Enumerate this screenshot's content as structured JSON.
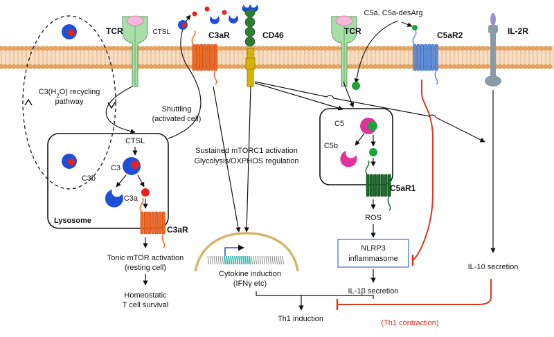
{
  "colors": {
    "membrane": "#e8a45e",
    "membrane_dark": "#c8803c",
    "c3": "#1f4fd6",
    "c3_red": "#e3241b",
    "c3ar": "#f26722",
    "cd46": "#2e7d32",
    "cd46_stalk": "#d8b400",
    "tcr": "#a8dfa8",
    "tcr_top": "#f5b8d8",
    "c5ar2": "#5b8fe0",
    "c5ar1": "#1b6b2a",
    "il2r": "#8a9aa6",
    "il2r_tip": "#9b8fd0",
    "c5_magenta": "#e0329a",
    "c5_green": "#1aa33a",
    "inhibit": "#e0351e",
    "nucleus": "#d4b66a",
    "dna": "#3fb8b0",
    "promoter_arrow": "#1f4fd6"
  },
  "receptors": {
    "tcr_left": "TCR",
    "c3ar_top": "C3aR",
    "cd46": "CD46",
    "tcr_right": "TCR",
    "c5ar2": "C5aR2",
    "il2r": "IL-2R",
    "c3ar_lysosome": "C3aR",
    "c5ar1": "C5aR1"
  },
  "labels": {
    "recycling_line1": "C3(H",
    "recycling_sub": "2",
    "recycling_line1b": "O) recycling",
    "recycling_line2": "pathway",
    "ctsl_small": "CTSL",
    "shuttling_line1": "Shuttling",
    "shuttling_line2": "(activated cell)",
    "ctsl_lysosome": "CTSL",
    "c3": "C3",
    "c3b": "C3b",
    "c3a": "C3a",
    "lysosome": "Lysosome",
    "tonic_line1": "Tonic mTOR activation",
    "tonic_line2": "(resting cell)",
    "homeostatic_line1": "Homeostatic",
    "homeostatic_line2": "T cell survival",
    "sustained_line1": "Sustained mTORC1 activation",
    "sustained_line2": "Glycolysis/OXPHOS regulation",
    "cytokine_line1": "Cytokine induction",
    "cytokine_line2": "(IFNγ etc)",
    "th1_induction": "Th1 induction",
    "c5a_label": "C5a, C5a-desArg",
    "c5": "C5",
    "c5b": "C5b",
    "ros": "ROS",
    "nlrp3_line1": "NLRP3",
    "nlrp3_line2": "inflammasome",
    "il1b": "IL-1β secretion",
    "il10": "IL-10 secretion",
    "th1_contraction": "(Th1 contraction)"
  }
}
